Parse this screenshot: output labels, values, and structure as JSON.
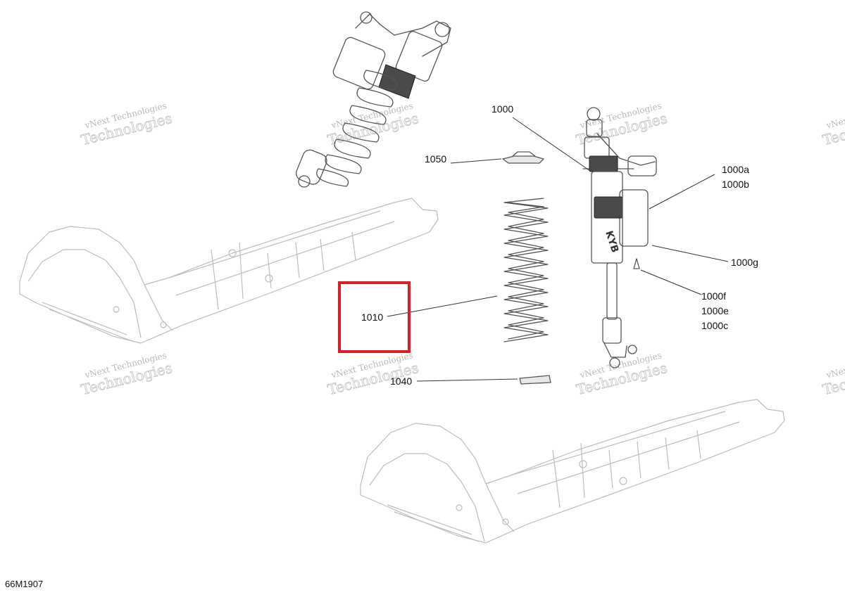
{
  "diagram": {
    "figure_code": "66M1907",
    "watermark": {
      "line1": "vNext Technologies",
      "line2": "Technologies"
    },
    "callouts": [
      {
        "id": "1000",
        "lines": [
          "1000"
        ]
      },
      {
        "id": "1050",
        "lines": [
          "1050"
        ]
      },
      {
        "id": "1000ab",
        "lines": [
          "1000a",
          "1000b"
        ]
      },
      {
        "id": "1000g",
        "lines": [
          "1000g"
        ]
      },
      {
        "id": "1000fec",
        "lines": [
          "1000f",
          "1000e",
          "1000c"
        ]
      },
      {
        "id": "1010",
        "lines": [
          "1010"
        ],
        "highlighted": true
      },
      {
        "id": "1040",
        "lines": [
          "1040"
        ]
      }
    ],
    "shock_brand_mark": "KYB",
    "highlight_color": "#d61f26"
  }
}
